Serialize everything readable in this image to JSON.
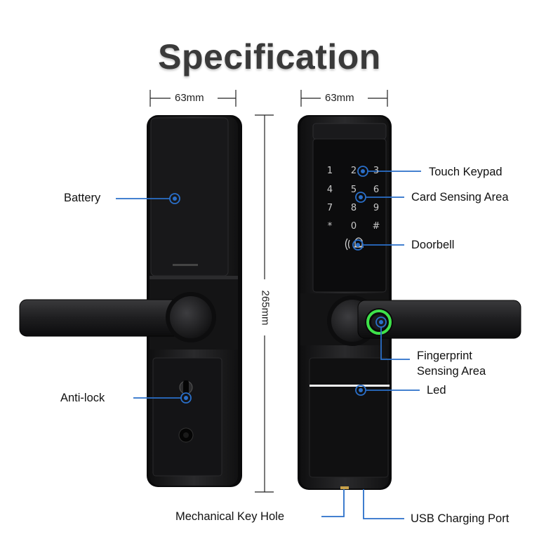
{
  "title": "Specification",
  "dimensions": {
    "left_width": "63mm",
    "right_width": "63mm",
    "height": "265mm"
  },
  "callouts": {
    "battery": "Battery",
    "anti_lock": "Anti-lock",
    "touch_keypad": "Touch Keypad",
    "card_sensing_area": "Card Sensing Area",
    "doorbell": "Doorbell",
    "fingerprint_line1": "Fingerprint",
    "fingerprint_line2": "Sensing Area",
    "led": "Led",
    "mechanical_key_hole": "Mechanical Key Hole",
    "usb_charging_port": "USB Charging Port"
  },
  "keypad": {
    "keys": [
      "1",
      "2",
      "3",
      "4",
      "5",
      "6",
      "7",
      "8",
      "9",
      "*",
      "0",
      "#"
    ]
  },
  "colors": {
    "accent_blue": "#2a6fc9",
    "fingerprint_ring": "#3ee24a",
    "lock_body": "#1c1c1e"
  }
}
